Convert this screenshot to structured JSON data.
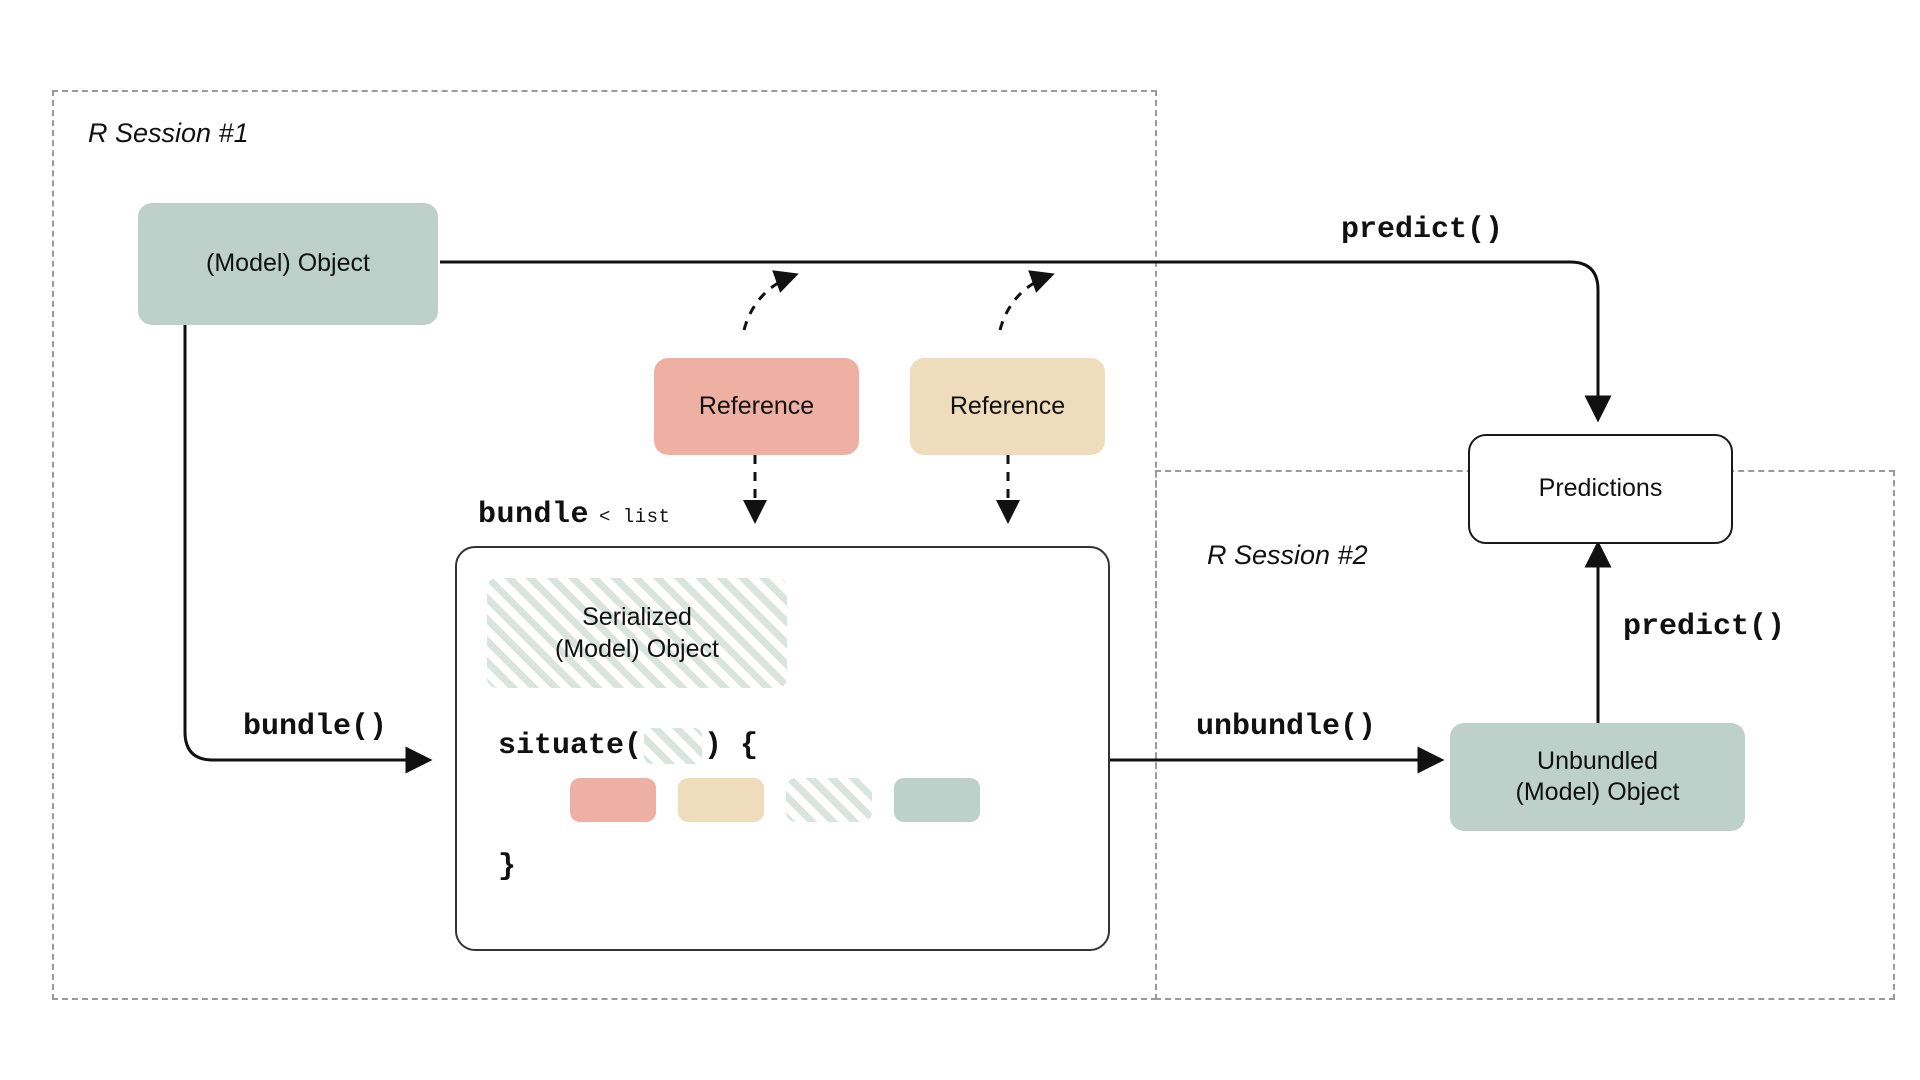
{
  "diagram": {
    "sessions": [
      {
        "label": "R Session #1"
      },
      {
        "label": "R Session #2"
      }
    ],
    "nodes": {
      "model_object": "(Model) Object",
      "reference_pink": "Reference",
      "reference_tan": "Reference",
      "predictions": "Predictions",
      "unbundled_object": "Unbundled\n(Model) Object",
      "unbundled_object_line1": "Unbundled",
      "unbundled_object_line2": "(Model) Object",
      "serialized_line1": "Serialized",
      "serialized_line2": "(Model) Object"
    },
    "bundle": {
      "label_main": "bundle",
      "label_sub": "< list",
      "situate_prefix": "situate(",
      "situate_suffix": ") {",
      "closing_brace": "}",
      "chips": [
        "pink",
        "tan",
        "hatched",
        "green"
      ]
    },
    "arrows": [
      {
        "name": "bundle",
        "label": "bundle()"
      },
      {
        "name": "predict-session1",
        "label": "predict()"
      },
      {
        "name": "unbundle",
        "label": "unbundle()"
      },
      {
        "name": "predict-session2",
        "label": "predict()"
      }
    ],
    "colors": {
      "green": "#bdd0ca",
      "pink": "#efb0a4",
      "tan": "#eedcbc",
      "hatch": "#d8e4dd",
      "frame_dashed": "#9a9a9a",
      "stroke": "#1a1a1a",
      "background": "#ffffff"
    }
  }
}
